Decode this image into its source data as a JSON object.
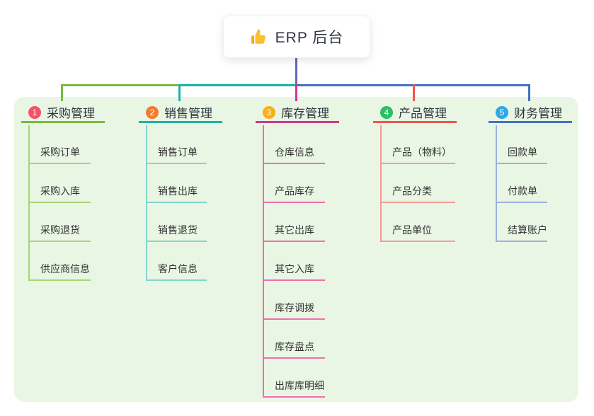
{
  "root": {
    "icon": "thumbs-up-icon",
    "label": "ERP 后台"
  },
  "colors": {
    "root_stem": "#5C6BC0",
    "panel_bg": "#E9F6E4",
    "text": "#333333"
  },
  "branches": [
    {
      "num": "1",
      "label": "采购管理",
      "badge_color": "#F4526B",
      "line_color": "#7CB93F",
      "child_line_color": "#A8D476",
      "children": [
        "采购订单",
        "采购入库",
        "采购退货",
        "供应商信息"
      ]
    },
    {
      "num": "2",
      "label": "销售管理",
      "badge_color": "#F57A2D",
      "line_color": "#1EB3A6",
      "child_line_color": "#82D5CC",
      "children": [
        "销售订单",
        "销售出库",
        "销售退货",
        "客户信息"
      ]
    },
    {
      "num": "3",
      "label": "库存管理",
      "badge_color": "#FBAF17",
      "line_color": "#D2368F",
      "child_line_color": "#EF6FAD",
      "children": [
        "仓库信息",
        "产品库存",
        "其它出库",
        "其它入库",
        "库存调拨",
        "库存盘点",
        "出库库明细"
      ]
    },
    {
      "num": "4",
      "label": "产品管理",
      "badge_color": "#2EBD62",
      "line_color": "#F1574C",
      "child_line_color": "#F79B93",
      "children": [
        "产品（物料）",
        "产品分类",
        "产品单位"
      ]
    },
    {
      "num": "5",
      "label": "财务管理",
      "badge_color": "#2BA9E8",
      "line_color": "#4470C4",
      "child_line_color": "#9BB0DE",
      "children": [
        "回款单",
        "付款单",
        "结算账户"
      ]
    }
  ]
}
